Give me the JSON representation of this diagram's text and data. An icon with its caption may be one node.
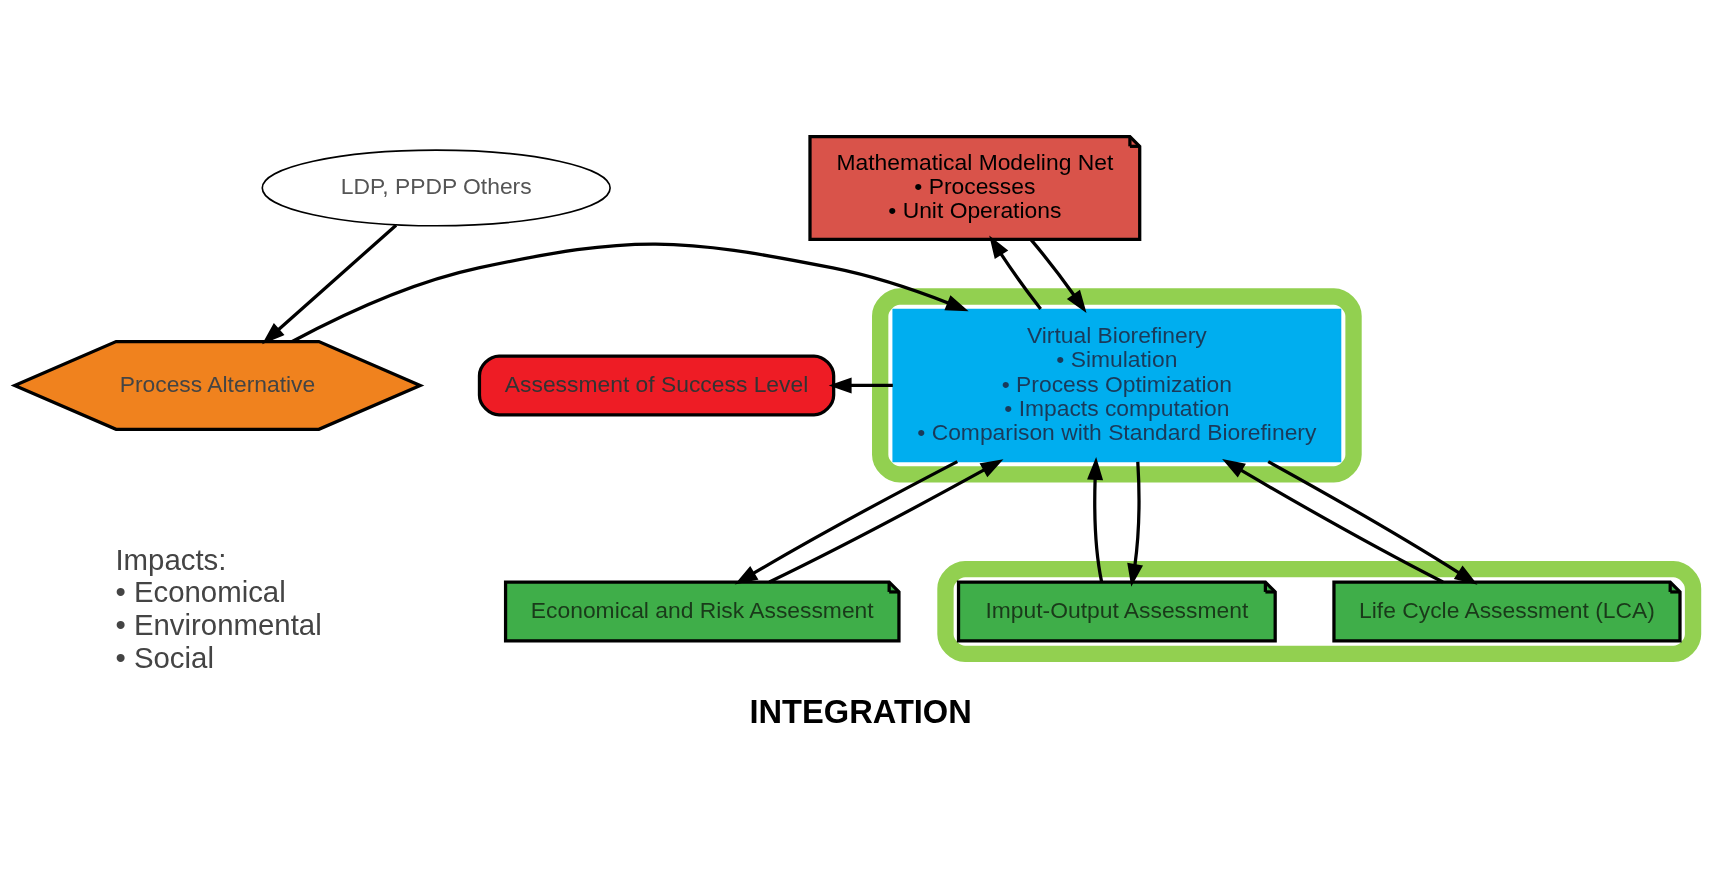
{
  "diagram": {
    "caption": "INTEGRATION",
    "nodes": [
      {
        "text": [
          "LDP, PPDP Others"
        ]
      },
      {
        "text": [
          "Mathematical Modeling Net",
          "• Processes",
          "• Unit Operations"
        ]
      },
      {
        "text": [
          "Process Alternative"
        ]
      },
      {
        "text": [],
        "shape": "box"
      },
      {
        "text": [
          "Virtual Biorefinery",
          "• Simulation",
          "• Process Optimization",
          "• Impacts computation",
          "• Comparison with Standard Biorefinery"
        ],
        "in": 3
      },
      {
        "text": [
          "Assessment of Success Level"
        ]
      },
      {
        "text": [
          "Economical and Risk Assessment"
        ]
      },
      {
        "text": [],
        "shape": "box"
      },
      {
        "text": [
          "Life Cycle Assessment (LCA)"
        ],
        "in": 7
      },
      {
        "text": [
          "Imput-Output Assessment"
        ],
        "in": 7
      }
    ],
    "edges": [
      {
        "from": 0,
        "to": 2,
        "arrow": "to"
      },
      {
        "from": 2,
        "to": 4,
        "arrow": "to"
      },
      {
        "from": 1,
        "to": 4,
        "arrow": "to"
      },
      {
        "from": 4,
        "to": 1,
        "arrow": "to"
      },
      {
        "from": 4,
        "to": 5,
        "arrow": "to"
      },
      {
        "from": 4,
        "to": 6,
        "arrow": "to"
      },
      {
        "from": 6,
        "to": 4,
        "arrow": "to"
      },
      {
        "from": 4,
        "to": 8,
        "arrow": "to"
      },
      {
        "from": 8,
        "to": 4,
        "arrow": "to"
      },
      {
        "from": 4,
        "to": 9,
        "arrow": "to"
      },
      {
        "from": 9,
        "to": 4,
        "arrow": "to"
      }
    ],
    "labels": [
      "Impacts:",
      "• Economical",
      "• Environmental",
      "• Social"
    ]
  }
}
